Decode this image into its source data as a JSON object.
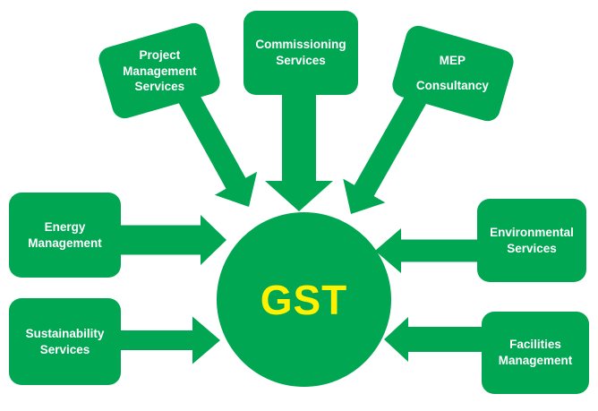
{
  "colors": {
    "green": "#00A651",
    "center_text": "#FFF200",
    "label_text": "#FFFFFF",
    "background": "#FFFFFF"
  },
  "center": {
    "label": "GST"
  },
  "nodes": [
    {
      "id": "commissioning-services",
      "label": "Commissioning\nServices"
    },
    {
      "id": "project-management-services",
      "label": "Project\nManagement\nServices"
    },
    {
      "id": "mep-consultancy",
      "label": "MEP\nConsultancy"
    },
    {
      "id": "energy-management",
      "label": "Energy\nManagement"
    },
    {
      "id": "sustainability-services",
      "label": "Sustainability\nServices"
    },
    {
      "id": "environmental-services",
      "label": "Environmental\nServices"
    },
    {
      "id": "facilities-management",
      "label": "Facilities\nManagement"
    }
  ]
}
